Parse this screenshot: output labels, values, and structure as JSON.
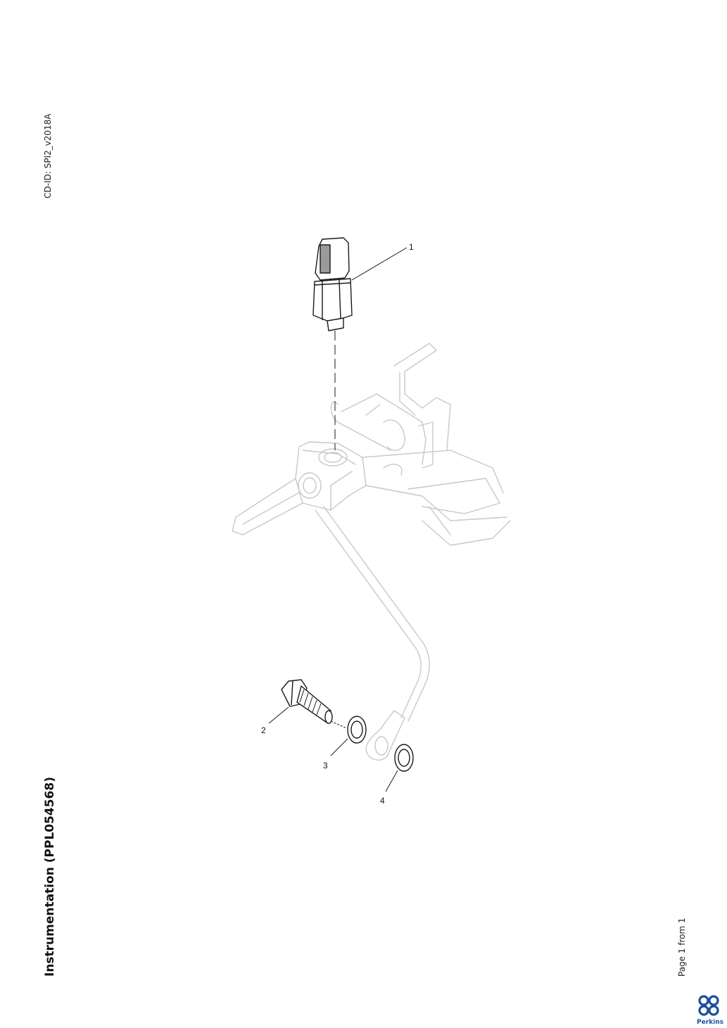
{
  "header": {
    "cd_id": "CD-ID: SPI2_v2018A"
  },
  "document": {
    "title": "Instrumentation (PPL054568)",
    "page_indicator": "Page 1 from 1"
  },
  "brand": {
    "name": "Perkins",
    "color": "#1c4f9c"
  },
  "callouts": {
    "c1": "1",
    "c2": "2",
    "c3": "3",
    "c4": "4"
  },
  "colors": {
    "part_line": "#1a1a1a",
    "ghost_line": "#c8c8c8",
    "part_shade": "#9a9a9a"
  }
}
